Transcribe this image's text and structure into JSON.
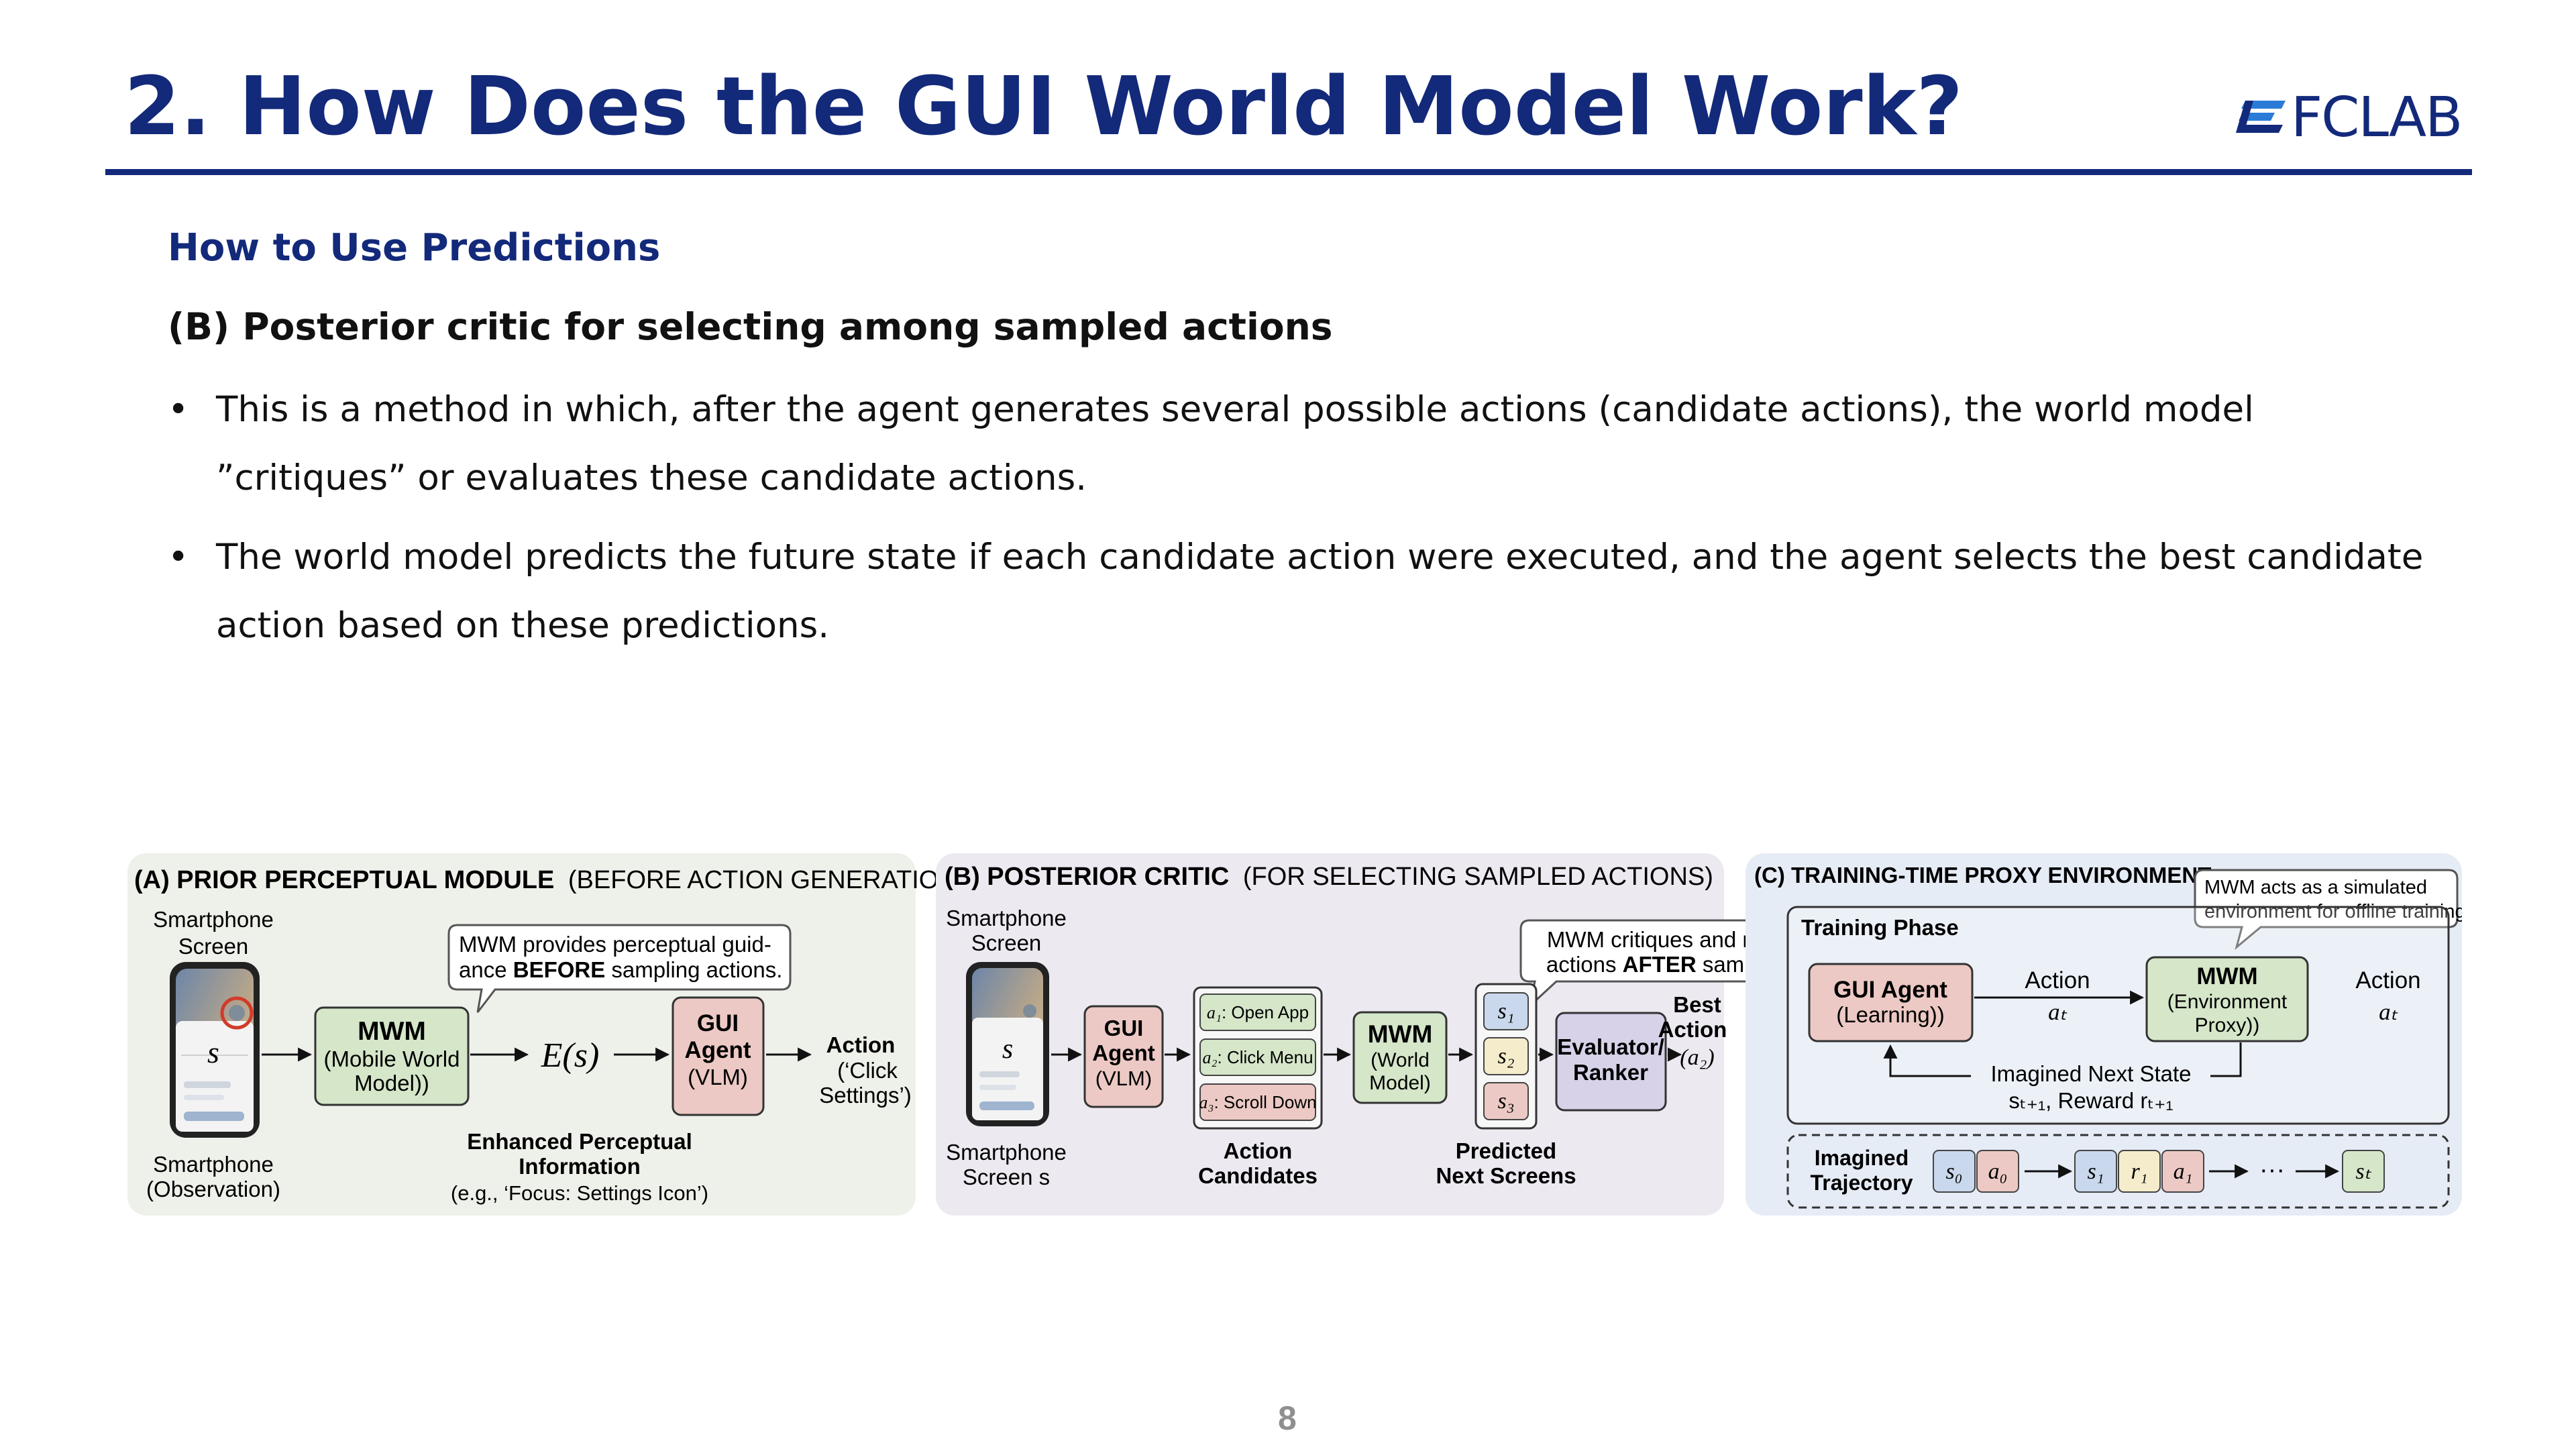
{
  "slide": {
    "title": "2. How Does the GUI World Model Work?",
    "logo_text": "FCLAB",
    "section_heading": "How to Use Predictions",
    "sub_heading": "(B) Posterior critic for selecting among sampled actions",
    "bullets": [
      "This is a method in which, after the agent generates several possible actions (candidate actions), the world model ”critiques” or evaluates these candidate actions.",
      "The world model predicts the future state if each candidate action were executed, and the agent selects the best candidate action based on these predictions."
    ],
    "page_number": "8"
  },
  "figure": {
    "panel_a": {
      "title_bold": "(A) PRIOR PERCEPTUAL MODULE",
      "title_rest": "(BEFORE ACTION GENERATION)",
      "phone_top_1": "Smartphone",
      "phone_top_2": "Screen",
      "state_symbol": "s",
      "phone_bottom_1": "Smartphone",
      "phone_bottom_2": "(Observation)",
      "callout_1": "MWM provides perceptual guid-",
      "callout_2a": "ance ",
      "callout_2b": "BEFORE",
      "callout_2c": " sampling actions.",
      "mwm_title": "MWM",
      "mwm_sub_1": "(Mobile World",
      "mwm_sub_2": "Model))",
      "embedding": "E(s)",
      "agent_1": "GUI",
      "agent_2": "Agent",
      "agent_3": "(VLM)",
      "action_1": "Action",
      "action_2": "(‘Click",
      "action_3": "Settings’)",
      "caption_1": "Enhanced Perceptual",
      "caption_2": "Information",
      "caption_3": "(e.g., ‘Focus: Settings Icon’)"
    },
    "panel_b": {
      "title_bold": "(B) POSTERIOR CRITIC",
      "title_rest": "(FOR SELECTING SAMPLED ACTIONS)",
      "phone_top_1": "Smartphone",
      "phone_top_2": "Screen",
      "state_symbol": "s",
      "phone_bottom_1": "Smartphone",
      "phone_bottom_2": "Screen s",
      "agent_1": "GUI",
      "agent_2": "Agent",
      "agent_3": "(VLM)",
      "candidates": [
        {
          "symbol": "a₁",
          "label": ": Open App"
        },
        {
          "symbol": "a₂",
          "label": ": Click Menu"
        },
        {
          "symbol": "a₃",
          "label": ": Scroll Down"
        }
      ],
      "candidates_caption_1": "Action",
      "candidates_caption_2": "Candidates",
      "callout_1": "MWM critiques and ranks",
      "callout_2a": "actions ",
      "callout_2b": "AFTER",
      "callout_2c": " sampling.",
      "mwm_title": "MWM",
      "mwm_sub_1": "(World",
      "mwm_sub_2": "Model)",
      "screens": [
        "s₁",
        "s₂",
        "s₃"
      ],
      "screens_caption_1": "Predicted",
      "screens_caption_2": "Next Screens",
      "ranker_1": "Evaluator/",
      "ranker_2": "Ranker",
      "best_1": "Best",
      "best_2": "Action",
      "best_3": "(a₂)"
    },
    "panel_c": {
      "title": "(C) TRAINING-TIME PROXY ENVIRONMENT",
      "callout_1": "MWM acts as a simulated",
      "callout_2": "environment for offline training.",
      "phase_label": "Training Phase",
      "agent_1": "GUI Agent",
      "agent_2": "(Learning))",
      "action_label": "Action",
      "action_symbol": "aₜ",
      "mwm_title": "MWM",
      "mwm_sub_1": "(Environment",
      "mwm_sub_2": "Proxy))",
      "out_action_label": "Action",
      "out_action_symbol": "aₜ",
      "feedback_1": "Imagined Next State",
      "feedback_2": "sₜ₊₁, Reward rₜ₊₁",
      "trajectory_1": "Imagined",
      "trajectory_2": "Trajectory",
      "tokens": [
        "s₀",
        "a₀",
        "s₁",
        "r₁",
        "a₁",
        "sₜ"
      ],
      "ellipsis": "···"
    },
    "colors": {
      "panel_a_bg": "#eef0ea",
      "panel_b_bg": "#ece9f0",
      "panel_c_bg": "#e6ecf6",
      "mwm_green": "#d5e6c9",
      "agent_pink": "#ecc9c4",
      "ranker_lilac": "#d7d2e8",
      "state_blue": "#c9d8ec",
      "reward_yellow": "#f4eccb",
      "title_navy": "#13297a"
    }
  }
}
